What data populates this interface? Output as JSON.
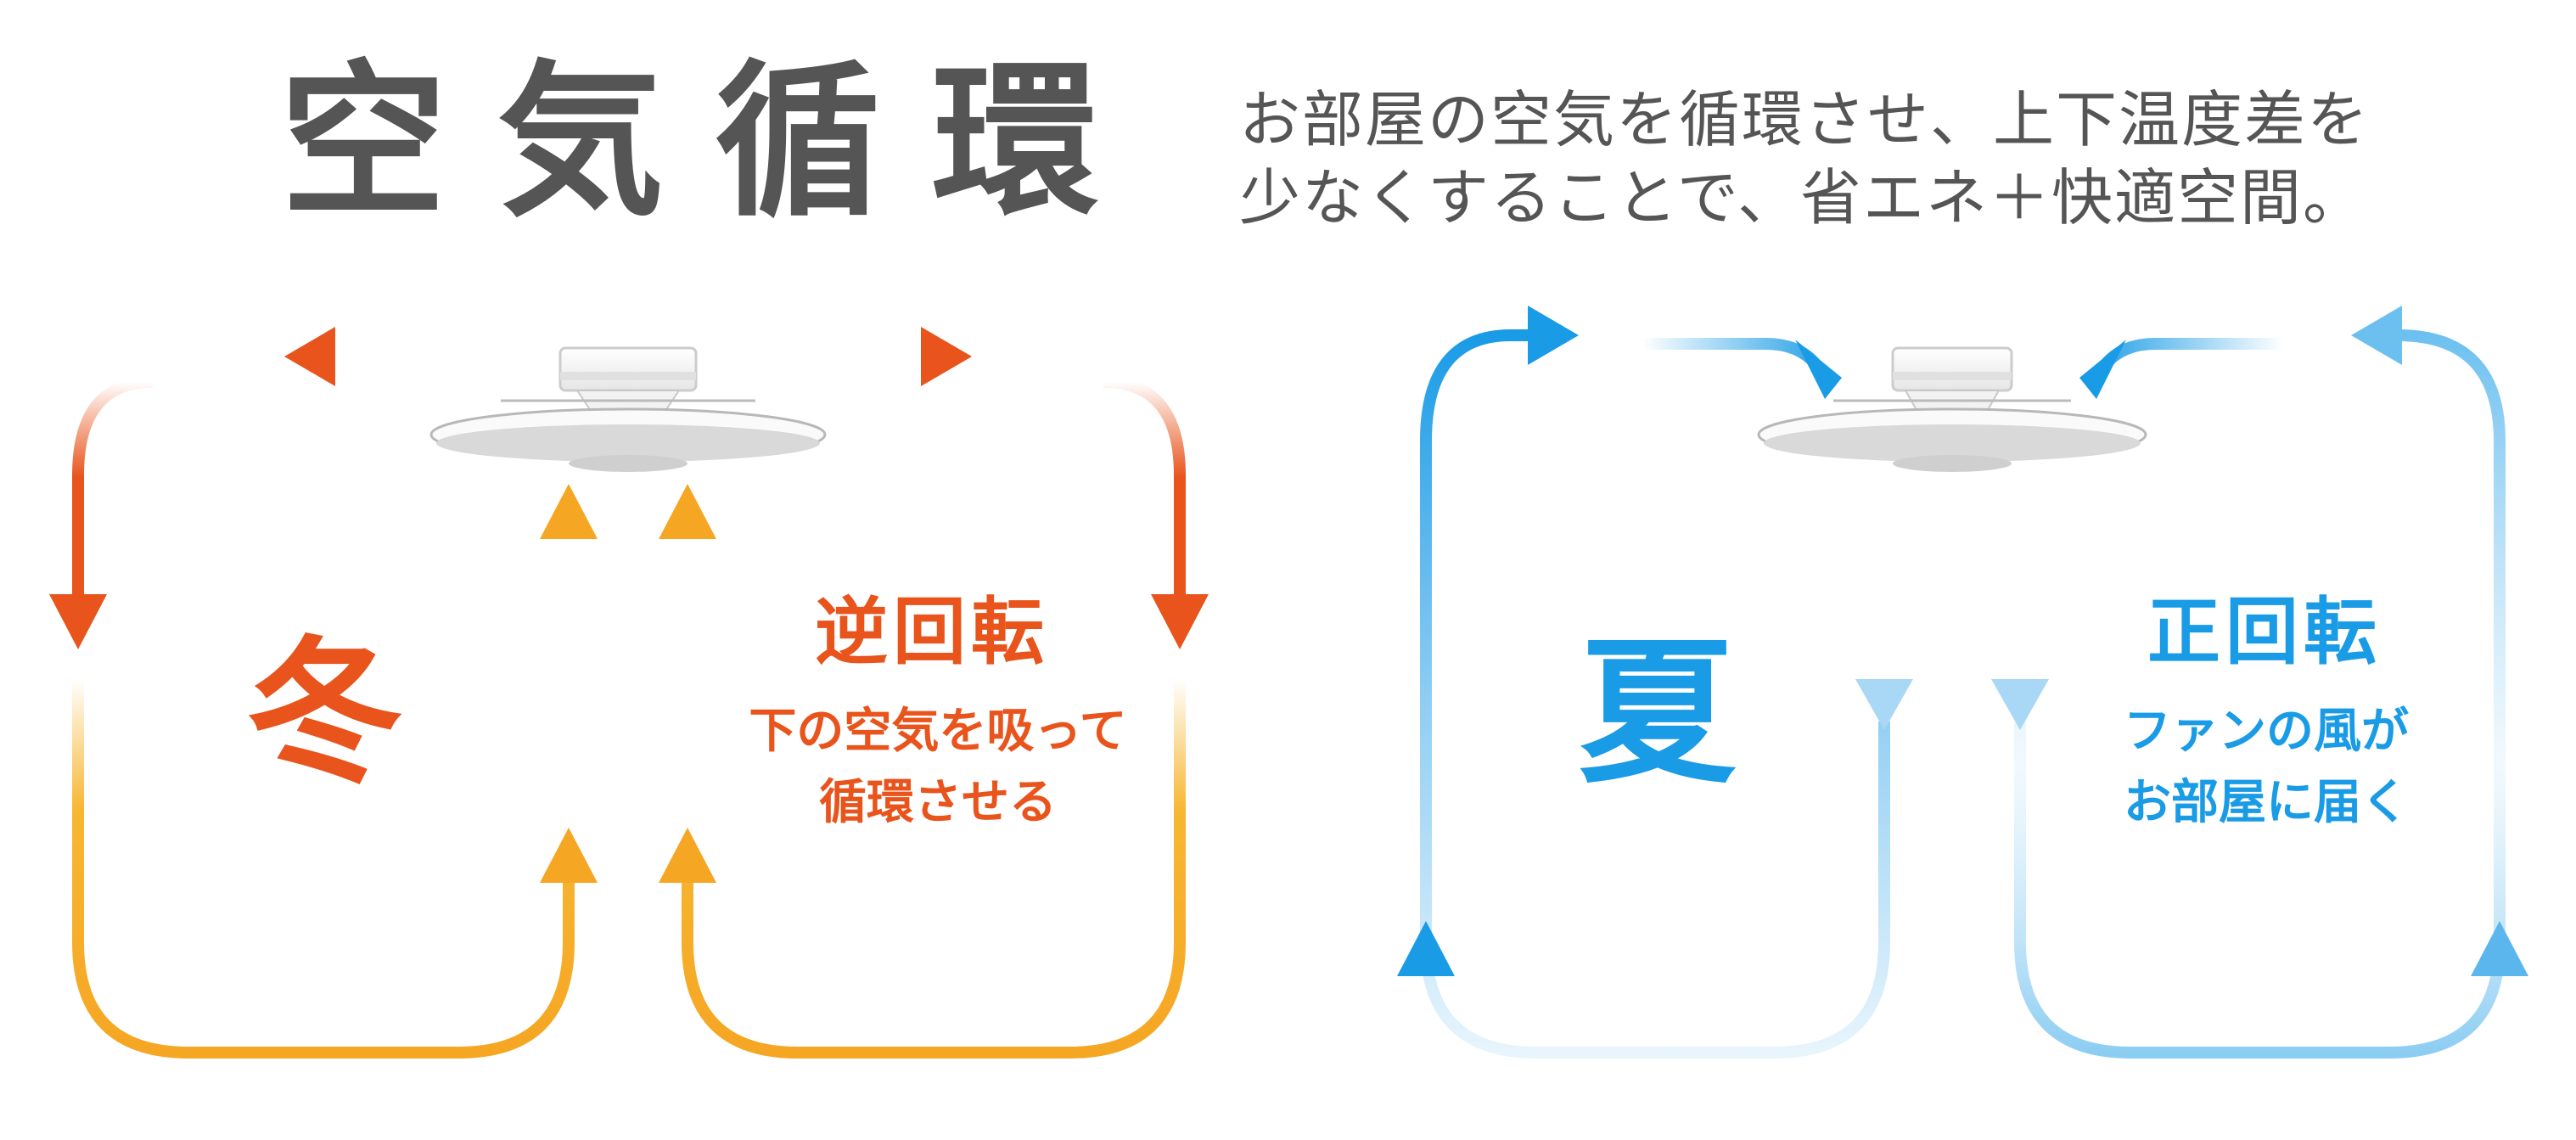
{
  "title": "空気循環",
  "description": {
    "line1": "お部屋の空気を循環させ、上下温度差を",
    "line2": "少なくすることで、省エネ＋快適空間。"
  },
  "winter": {
    "season": "冬",
    "mode": "逆回転",
    "desc_line1": "下の空気を吸って",
    "desc_line2": "循環させる"
  },
  "summer": {
    "season": "夏",
    "mode": "正回転",
    "desc_line1": "ファンの風が",
    "desc_line2": "お部屋に届く"
  },
  "colors": {
    "winter_red": "#e8541c",
    "winter_orange": "#f5a623",
    "winter_yellow": "#f7b733",
    "summer_blue": "#1a9be6",
    "summer_light": "#a8d8f5",
    "text_gray": "#555555",
    "fan_body": "#ffffff",
    "fan_edge": "#bbbbbb"
  }
}
